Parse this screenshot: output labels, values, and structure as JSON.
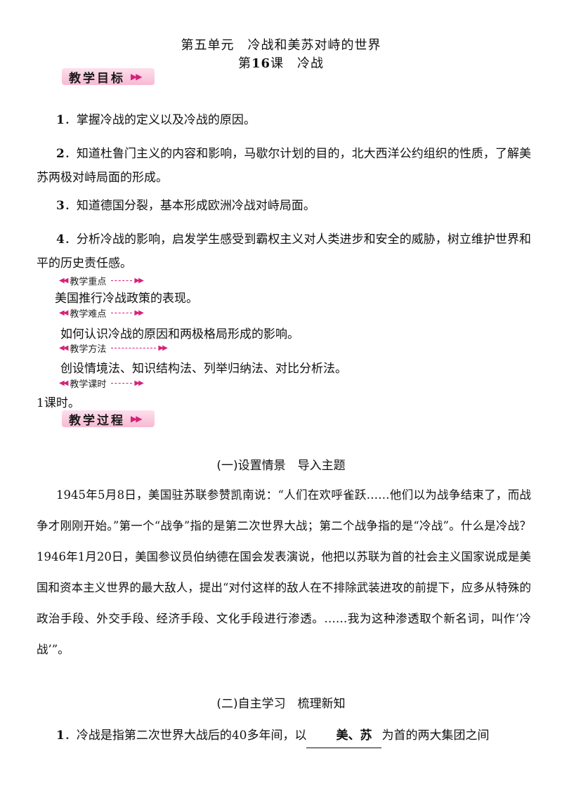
{
  "header": {
    "unit_title": "第五单元　冷战和美苏对峙的世界",
    "lesson_num_prefix": "第",
    "lesson_num": "16",
    "lesson_title_rest": "课　冷战"
  },
  "badges": {
    "objectives": "教学目标",
    "process": "教学过程"
  },
  "objectives": [
    {
      "num": "1",
      "text": "．掌握冷战的定义以及冷战的原因。"
    },
    {
      "num": "2",
      "text": "．知道杜鲁门主义的内容和影响，马歇尔计划的目的，北大西洋公约组织的性质，了解美苏两极对峙局面的形成。"
    },
    {
      "num": "3",
      "text": "．知道德国分裂，基本形成欧洲冷战对峙局面。"
    },
    {
      "num": "4",
      "text": "．分析冷战的影响，启发学生感受到霸权主义对人类进步和安全的威胁，树立维护世界和平的历史责任感。"
    }
  ],
  "tags": {
    "key_point": "教学重点",
    "difficulty": "教学难点",
    "method": "教学方法",
    "hours": "教学课时"
  },
  "key_point_text": "美国推行冷战政策的表现。",
  "difficulty_text": "如何认识冷战的原因和两极格局形成的影响。",
  "method_text": "创设情境法、知识结构法、列举归纳法、对比分析法。",
  "hours_text": "1课时。",
  "section1": {
    "heading": "(一)设置情景　导入主题",
    "paragraph": "1945年5月8日，美国驻苏联参赞凯南说：“人们在欢呼雀跃……他们以为战争结束了，而战争才刚刚开始。”第一个“战争”指的是第二次世界大战；第二个战争指的是“冷战”。什么是冷战？1946年1月20日，美国参议员伯纳德在国会发表演说，他把以苏联为首的社会主义国家说成是美国和资本主义世界的最大敌人，提出“对付这样的敌人在不排除武装进攻的前提下，应多从特殊的政治手段、外交手段、经济手段、文化手段进行渗透。……我为这种渗透取个新名词，叫作‘冷战’”。"
  },
  "section2": {
    "heading": "(二)自主学习　梳理新知",
    "item1_num": "1",
    "item1_before": "．冷战是指第二次世界大战后的40多年间，以",
    "item1_blank": "美、苏",
    "item1_after": "为首的两大集团之间"
  }
}
